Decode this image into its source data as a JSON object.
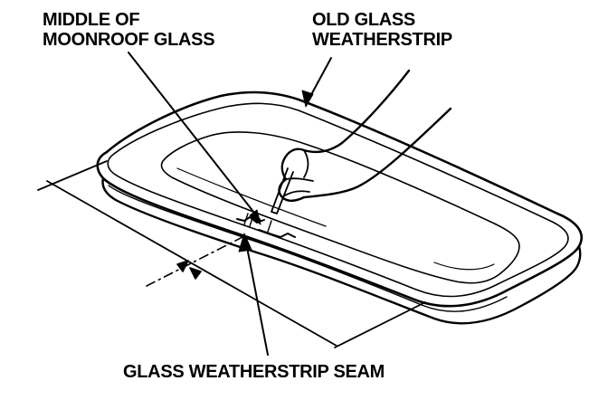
{
  "labels": {
    "middle_of_moonroof_glass": {
      "line1": "MIDDLE OF",
      "line2": "MOONROOF GLASS"
    },
    "old_glass_weatherstrip": {
      "line1": "OLD GLASS",
      "line2": "WEATHERSTRIP"
    },
    "glass_weatherstrip_seam": "GLASS WEATHERSTRIP SEAM"
  },
  "colors": {
    "ink": "#000000",
    "paper": "#ffffff"
  }
}
